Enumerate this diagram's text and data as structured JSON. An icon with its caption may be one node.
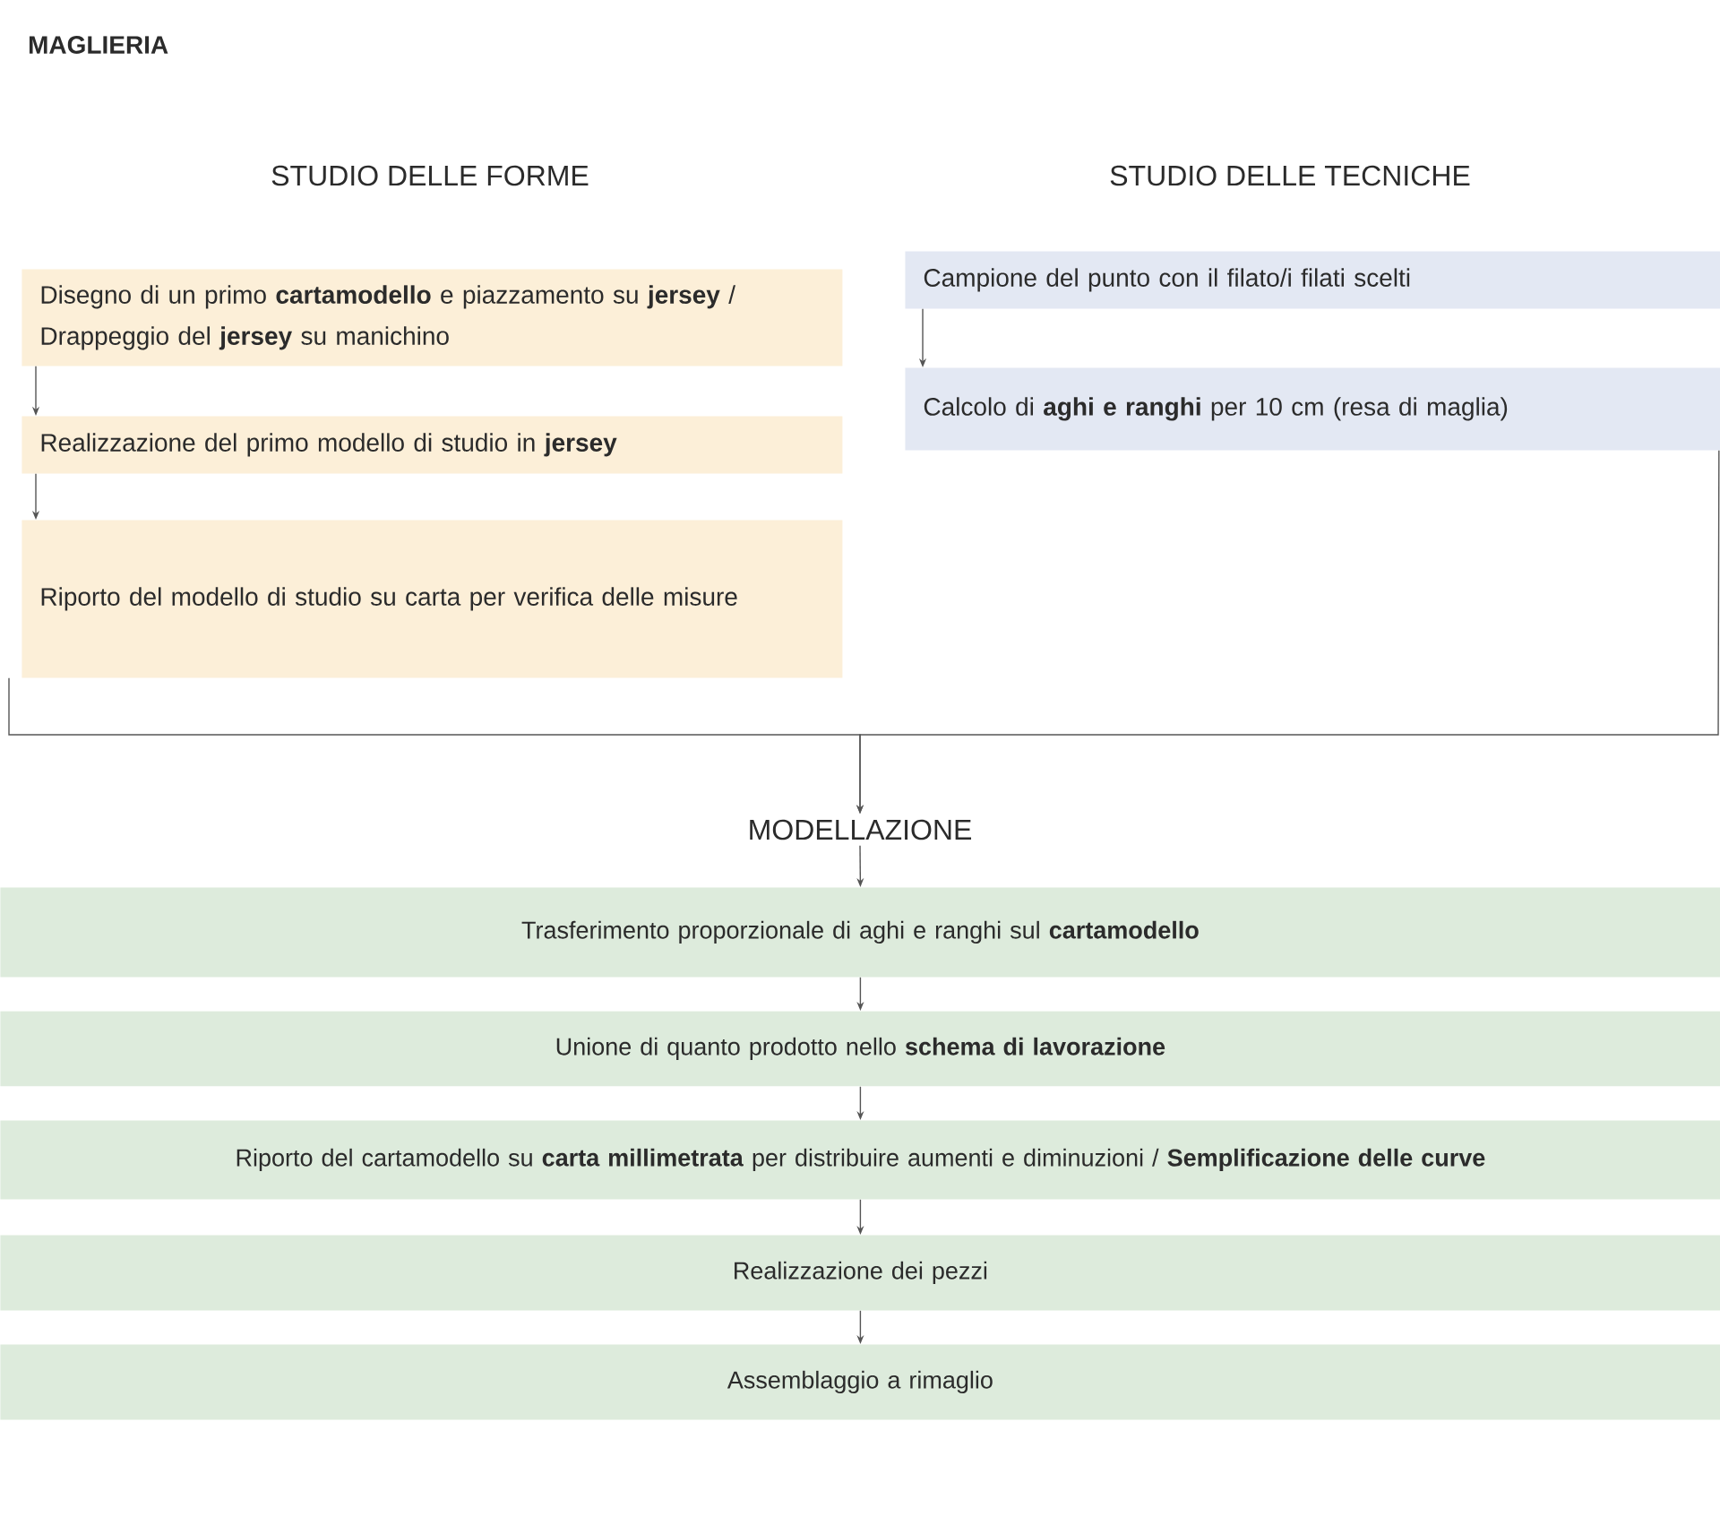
{
  "diagram": {
    "title": "MAGLIERIA",
    "nodes": [
      {
        "text": [
          "Disegno di un primo **cartamodello** e piazzamento su **jersey** / Drappeggio del **jersey** su manichino"
        ]
      },
      {
        "text": [
          "Realizzazione del primo modello di studio in **jersey**"
        ]
      },
      {
        "text": [
          "Riporto del modello di studio su carta per verifica delle misure"
        ]
      },
      {
        "text": [
          "Campione del punto con il filato/i filati scelti"
        ]
      },
      {
        "text": [
          "Calcolo di **aghi e ranghi** per 10 cm (resa di maglia)"
        ]
      },
      {
        "text": [
          "MODELLAZIONE"
        ]
      },
      {
        "text": [
          "Trasferimento proporzionale di aghi e ranghi sul **cartamodello**"
        ]
      },
      {
        "text": [
          "Unione di quanto prodotto nello **schema di lavorazione**"
        ]
      },
      {
        "text": [
          "Riporto del cartamodello su **carta millimetrata** per distribuire aumenti e diminuzioni / **Semplificazione delle curve**"
        ]
      },
      {
        "text": [
          "Realizzazione dei pezzi"
        ]
      },
      {
        "text": [
          "Assemblaggio a rimaglio"
        ]
      }
    ],
    "edges": [
      {
        "from": 0,
        "to": 1,
        "arrow": "to"
      },
      {
        "from": 1,
        "to": 2,
        "arrow": "to"
      },
      {
        "from": 3,
        "to": 4,
        "arrow": "to"
      },
      {
        "from": 2,
        "to": 5,
        "arrow": "to"
      },
      {
        "from": 4,
        "to": 5,
        "arrow": "to"
      },
      {
        "from": 5,
        "to": 6,
        "arrow": "to"
      },
      {
        "from": 6,
        "to": 7,
        "arrow": "to"
      },
      {
        "from": 7,
        "to": 8,
        "arrow": "to"
      },
      {
        "from": 8,
        "to": 9,
        "arrow": "to"
      },
      {
        "from": 9,
        "to": 10,
        "arrow": "to"
      }
    ],
    "labels": [
      "STUDIO DELLE FORME",
      "STUDIO DELLE TECNICHE"
    ]
  }
}
